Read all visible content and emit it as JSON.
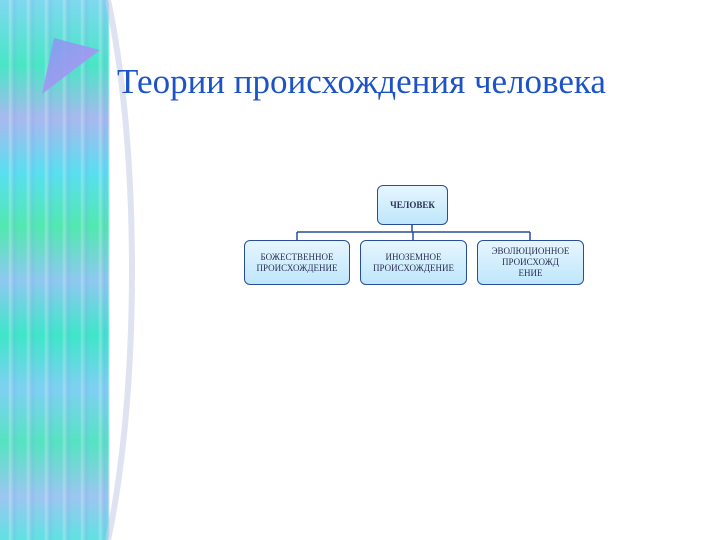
{
  "slide": {
    "title": "Теории происхождения человека"
  },
  "diagram": {
    "root": "ЧЕЛОВЕК",
    "children": [
      "БОЖЕСТВЕННОЕ\nПРОИСХОЖДЕНИЕ",
      "ИНОЗЕМНОЕ\nПРОИСХОЖДЕНИЕ",
      "ЭВОЛЮЦИОННОЕ\nПРОИСХОЖД\nЕНИЕ"
    ]
  },
  "colors": {
    "title": "#1c54c8",
    "node_border": "#2a4d9a",
    "node_fill_top": "#e6f6ff",
    "node_fill_bottom": "#bfe6fb",
    "connector": "#2a4d9a"
  },
  "icons": {
    "decoration": "triangle-play-icon"
  }
}
